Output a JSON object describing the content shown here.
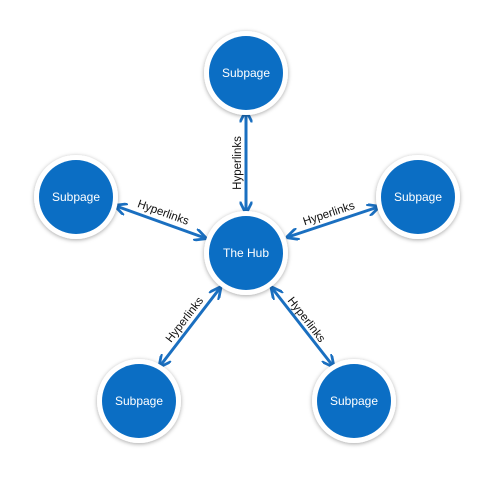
{
  "diagram": {
    "hub": {
      "label": "The Hub"
    },
    "subpages": [
      {
        "label": "Subpage"
      },
      {
        "label": "Subpage"
      },
      {
        "label": "Subpage"
      },
      {
        "label": "Subpage"
      },
      {
        "label": "Subpage"
      }
    ],
    "links": [
      {
        "label": "Hyperlinks"
      },
      {
        "label": "Hyperlinks"
      },
      {
        "label": "Hyperlinks"
      },
      {
        "label": "Hyperlinks"
      },
      {
        "label": "Hyperlinks"
      }
    ],
    "colors": {
      "node_fill": "#0b6ec4",
      "node_ring": "#ffffff",
      "arrow": "#1a6fc0",
      "node_text": "#ffffff",
      "link_text": "#111111"
    }
  }
}
